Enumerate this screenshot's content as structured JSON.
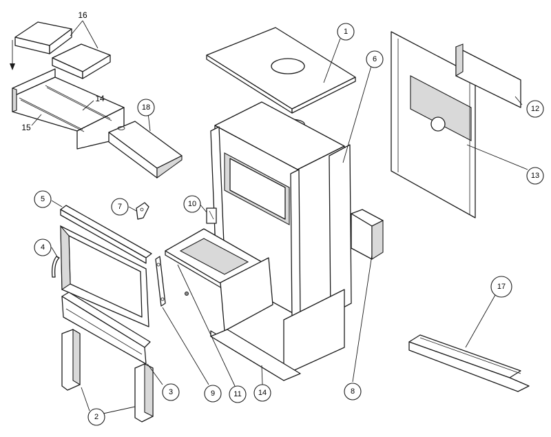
{
  "diagram": {
    "callouts": [
      {
        "id": "c1",
        "label": "1"
      },
      {
        "id": "c2",
        "label": "2"
      },
      {
        "id": "c3",
        "label": "3"
      },
      {
        "id": "c4",
        "label": "4"
      },
      {
        "id": "c5",
        "label": "5"
      },
      {
        "id": "c6",
        "label": "6"
      },
      {
        "id": "c7",
        "label": "7"
      },
      {
        "id": "c8",
        "label": "8"
      },
      {
        "id": "c9",
        "label": "9"
      },
      {
        "id": "c10",
        "label": "10"
      },
      {
        "id": "c11",
        "label": "11"
      },
      {
        "id": "c12",
        "label": "12"
      },
      {
        "id": "c13",
        "label": "13"
      },
      {
        "id": "c14a",
        "label": "14"
      },
      {
        "id": "c17",
        "label": "17"
      },
      {
        "id": "c18",
        "label": "18"
      }
    ],
    "plain_labels": [
      {
        "id": "t16",
        "label": "16"
      },
      {
        "id": "t14",
        "label": "14"
      },
      {
        "id": "t15",
        "label": "15"
      }
    ]
  }
}
